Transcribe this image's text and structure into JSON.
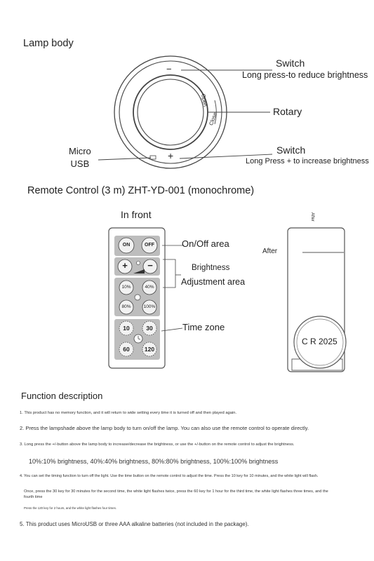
{
  "lamp": {
    "title": "Lamp body",
    "micro_usb": "Micro\nUSB",
    "switch_top": "Switch",
    "switch_top_desc": "Long press-to reduce brightness",
    "rotary": "Rotary",
    "switch_bottom": "Switch",
    "switch_bottom_desc": "Long Press + to increase brightness",
    "minus_symbol": "−",
    "plus_symbol": "+",
    "open_label": "Open",
    "close_label": "Close"
  },
  "remote": {
    "title": "Remote Control (3 m) ZHT-YD-001 (monochrome)",
    "front_label": "In front",
    "on_off_area": "On/Off area",
    "brightness_area_1": "Brightness",
    "brightness_area_2": "Adjustment area",
    "time_zone": "Time zone",
    "after_label": "After",
    "after_tiny": "After",
    "battery": "C R 2025",
    "buttons": {
      "on": "ON",
      "off": "OFF",
      "plus": "+",
      "minus": "−",
      "b10": "10%",
      "b40": "40%",
      "b80": "80%",
      "b100": "100%",
      "t10": "10",
      "t30": "30",
      "t60": "60",
      "t120": "120"
    }
  },
  "function": {
    "title": "Function description",
    "item1": "1. This product has no memory function, and it will return to wide setting every time it is turned off and then played again.",
    "item2": "2. Press the lampshade above the lamp body to turn on/off the lamp. You can also use the remote control to operate directly.",
    "item3": "3. Long press the +/-button above the lamp body to increase/decrease the brightness, or use the +/-button on the remote control to adjust the brightness.",
    "brightness_map": "10%:10% brightness, 40%:40% brightness, 80%:80% brightness, 100%:100% brightness",
    "item4": "4. You can set the timing function to turn off the light. Use the time button on the remote control to adjust the time. Press the 10 key for 10 minutes, and the white light will flash.",
    "item4_cont_1": "Once, press the 30 key for 30 minutes for the second time, the white light flashes twice, press the 60 key for 1 hour for the third time, the white light flashes three times, and the",
    "item4_cont_2": "fourth time",
    "item4_cont_3": "Press the 120 key for 2 hours, and the white light flashes four times.",
    "item5": "5. This product uses MicroUSB or three AAA alkaline batteries (not included in the package)."
  }
}
